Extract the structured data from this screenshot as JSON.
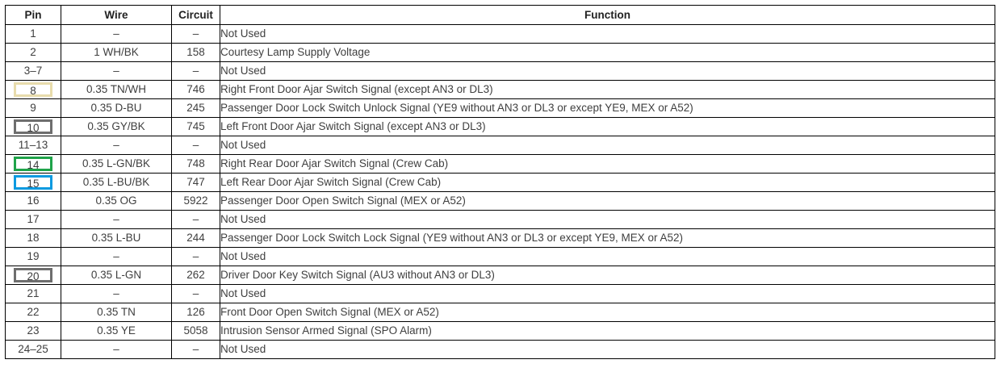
{
  "table": {
    "name": "connector-pin-function-table",
    "columns": [
      {
        "key": "pin",
        "label": "Pin",
        "align": "center"
      },
      {
        "key": "wire",
        "label": "Wire",
        "align": "center"
      },
      {
        "key": "circuit",
        "label": "Circuit",
        "align": "center"
      },
      {
        "key": "function",
        "label": "Function",
        "align": "center"
      }
    ],
    "dash_symbol": "–",
    "highlight_colors": {
      "tan": "#e8dcac",
      "gray": "#6e6e6e",
      "green": "#1fa34a",
      "blue": "#0c9ae0"
    },
    "rows": [
      {
        "pin": "1",
        "wire": "–",
        "circuit": "–",
        "function": "Not Used",
        "highlight": ""
      },
      {
        "pin": "2",
        "wire": "1 WH/BK",
        "circuit": "158",
        "function": "Courtesy Lamp Supply Voltage",
        "highlight": ""
      },
      {
        "pin": "3–7",
        "wire": "–",
        "circuit": "–",
        "function": "Not Used",
        "highlight": ""
      },
      {
        "pin": "8",
        "wire": "0.35 TN/WH",
        "circuit": "746",
        "function": "Right Front Door Ajar Switch Signal (except AN3 or DL3)",
        "highlight": "tan"
      },
      {
        "pin": "9",
        "wire": "0.35 D-BU",
        "circuit": "245",
        "function": "Passenger Door Lock Switch Unlock Signal (YE9 without AN3 or DL3 or except YE9, MEX or A52)",
        "highlight": ""
      },
      {
        "pin": "10",
        "wire": "0.35 GY/BK",
        "circuit": "745",
        "function": "Left Front Door Ajar Switch Signal (except AN3 or DL3)",
        "highlight": "gray"
      },
      {
        "pin": "11–13",
        "wire": "–",
        "circuit": "–",
        "function": "Not Used",
        "highlight": ""
      },
      {
        "pin": "14",
        "wire": "0.35 L-GN/BK",
        "circuit": "748",
        "function": "Right Rear Door Ajar Switch Signal (Crew Cab)",
        "highlight": "green"
      },
      {
        "pin": "15",
        "wire": "0.35 L-BU/BK",
        "circuit": "747",
        "function": "Left Rear Door Ajar Switch Signal (Crew Cab)",
        "highlight": "blue"
      },
      {
        "pin": "16",
        "wire": "0.35 OG",
        "circuit": "5922",
        "function": "Passenger Door Open Switch Signal (MEX or A52)",
        "highlight": ""
      },
      {
        "pin": "17",
        "wire": "–",
        "circuit": "–",
        "function": "Not Used",
        "highlight": ""
      },
      {
        "pin": "18",
        "wire": "0.35 L-BU",
        "circuit": "244",
        "function": "Passenger Door Lock Switch Lock Signal (YE9 without AN3 or DL3 or except YE9, MEX or A52)",
        "highlight": ""
      },
      {
        "pin": "19",
        "wire": "–",
        "circuit": "–",
        "function": "Not Used",
        "highlight": ""
      },
      {
        "pin": "20",
        "wire": "0.35 L-GN",
        "circuit": "262",
        "function": "Driver Door Key Switch Signal (AU3 without AN3 or DL3)",
        "highlight": "gray"
      },
      {
        "pin": "21",
        "wire": "–",
        "circuit": "–",
        "function": "Not Used",
        "highlight": ""
      },
      {
        "pin": "22",
        "wire": "0.35 TN",
        "circuit": "126",
        "function": "Front Door Open Switch Signal (MEX or A52)",
        "highlight": ""
      },
      {
        "pin": "23",
        "wire": "0.35 YE",
        "circuit": "5058",
        "function": "Intrusion Sensor Armed Signal (SPO Alarm)",
        "highlight": ""
      },
      {
        "pin": "24–25",
        "wire": "–",
        "circuit": "–",
        "function": "Not Used",
        "highlight": ""
      }
    ]
  }
}
